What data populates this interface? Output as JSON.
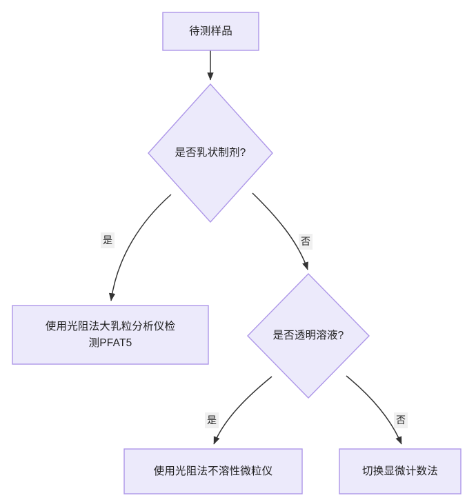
{
  "diagram": {
    "type": "flowchart",
    "direction": "top-down",
    "title": "",
    "theme": {
      "node_fill": "#ECEAFB",
      "node_border": "#AD96E8",
      "edge_color": "#333333",
      "text_color": "#1f1f1f",
      "label_background": "#F0F0F0",
      "canvas_background": "#ffffff"
    },
    "nodes": [
      {
        "id": "start",
        "shape": "rectangle",
        "label": "待测样品",
        "lines": [
          "待测样品"
        ]
      },
      {
        "id": "decision_emulsion",
        "shape": "diamond",
        "label": "是否乳状制剂?",
        "lines": [
          "是否乳状制剂?"
        ]
      },
      {
        "id": "action_pfat5",
        "shape": "rectangle",
        "label": "使用光阻法大乳粒分析仪检测PFAT5",
        "lines": [
          "使用光阻法大乳粒分析仪检",
          "测PFAT5"
        ]
      },
      {
        "id": "decision_clear",
        "shape": "diamond",
        "label": "是否透明溶液?",
        "lines": [
          "是否透明溶液?"
        ]
      },
      {
        "id": "action_particle",
        "shape": "rectangle",
        "label": "使用光阻法不溶性微粒仪",
        "lines": [
          "使用光阻法不溶性微粒仪"
        ]
      },
      {
        "id": "action_microscope",
        "shape": "rectangle",
        "label": "切换显微计数法",
        "lines": [
          "切换显微计数法"
        ]
      }
    ],
    "edges": [
      {
        "id": "e1",
        "from": "start",
        "to": "decision_emulsion",
        "label": ""
      },
      {
        "id": "e2",
        "from": "decision_emulsion",
        "to": "action_pfat5",
        "label": "是"
      },
      {
        "id": "e3",
        "from": "decision_emulsion",
        "to": "decision_clear",
        "label": "否"
      },
      {
        "id": "e4",
        "from": "decision_clear",
        "to": "action_particle",
        "label": "是"
      },
      {
        "id": "e5",
        "from": "decision_clear",
        "to": "action_microscope",
        "label": "否"
      }
    ]
  }
}
